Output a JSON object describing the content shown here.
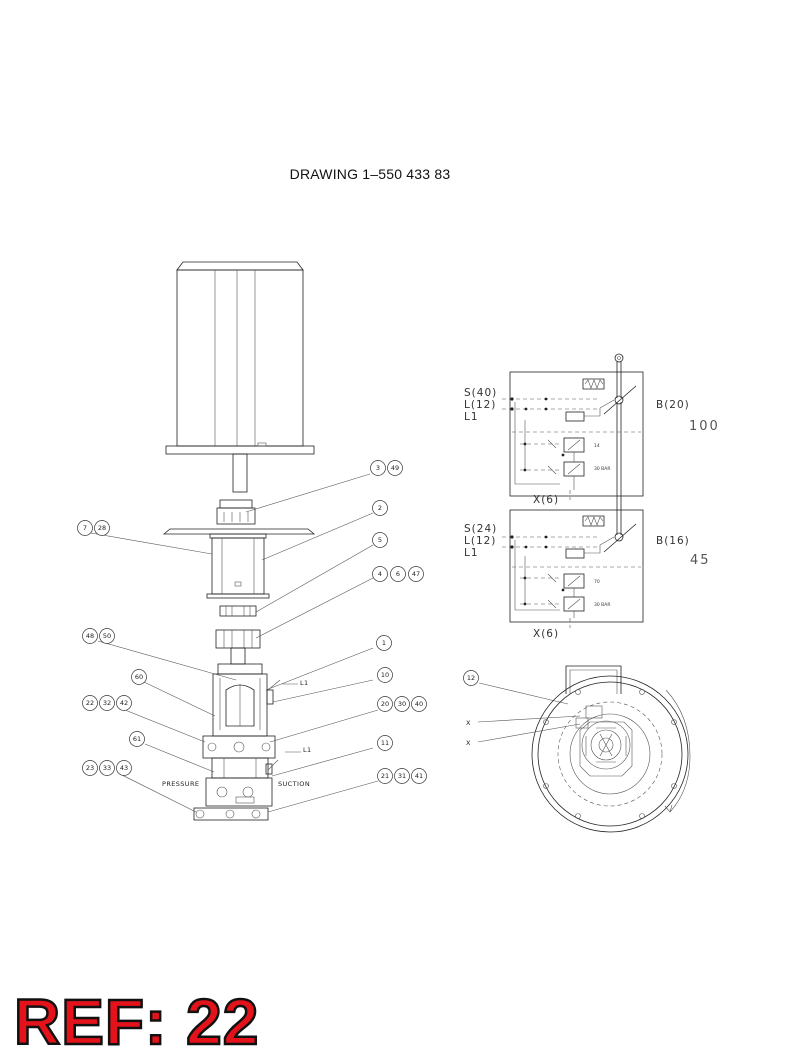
{
  "title": "DRAWING 1–550 433 83",
  "ref_label": "REF: 22",
  "callouts": {
    "c3": "3",
    "c49": "49",
    "c2": "2",
    "c7": "7",
    "c28": "28",
    "c5": "5",
    "c4": "4",
    "c6": "6",
    "c47": "47",
    "c48": "48",
    "c50": "50",
    "c1": "1",
    "c60": "60",
    "c10": "10",
    "c22": "22",
    "c32": "32",
    "c42": "42",
    "c20": "20",
    "c30": "30",
    "c40": "40",
    "c61": "61",
    "c11": "11",
    "c23": "23",
    "c33": "33",
    "c43": "43",
    "c21": "21",
    "c31": "31",
    "c41": "41",
    "c12": "12"
  },
  "pump_labels": {
    "l1_upper": "L1",
    "l1_lower": "L1",
    "pressure": "PRESSURE",
    "suction": "SUCTION"
  },
  "schematic_top": {
    "s": "S(40)",
    "l": "L(12)",
    "l1": "L1",
    "b": "B(20)",
    "x": "X(6)",
    "value": "100",
    "setting_1": "14",
    "setting_2": "30 BAR"
  },
  "schematic_bottom": {
    "s": "S(24)",
    "l": "L(12)",
    "l1": "L1",
    "b": "B(16)",
    "x": "X(6)",
    "value": "45",
    "setting_1": "70",
    "setting_2": "30 BAR"
  },
  "plan_view": {
    "x_top": "X",
    "x_bottom": "X"
  },
  "colors": {
    "ref_fill": "#e4131b",
    "ref_outline": "#111111",
    "line": "#222222"
  }
}
